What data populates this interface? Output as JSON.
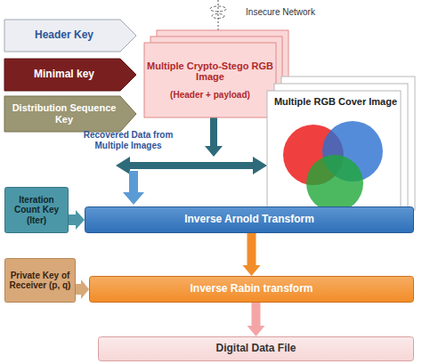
{
  "diagram": {
    "nodes": [
      {
        "text": [
          "Header Key"
        ]
      },
      {
        "text": [
          "Minimal key"
        ]
      },
      {
        "text": [
          "Distribution Sequence Key"
        ]
      },
      {
        "text": [
          "Multiple Crypto-Stego RGB Image",
          "(Header + payload)"
        ]
      },
      {
        "text": [
          "Multiple RGB Cover Image"
        ]
      },
      {
        "text": [
          "Iteration Count Key (Iter)"
        ]
      },
      {
        "text": [
          "Inverse Arnold Transform"
        ]
      },
      {
        "text": [
          "Private Key of Receiver (p, q)"
        ]
      },
      {
        "text": [
          "Inverse Rabin transform"
        ]
      },
      {
        "text": [
          "Digital Data File"
        ]
      }
    ],
    "edges": [
      {
        "from": 5,
        "to": 6,
        "arrow": "to"
      },
      {
        "from": 6,
        "to": 8,
        "arrow": "to"
      },
      {
        "from": 7,
        "to": 8,
        "arrow": "to"
      },
      {
        "from": 8,
        "to": 9,
        "arrow": "to"
      }
    ],
    "labels": [
      "Insecure Network",
      "Recovered Data from Multiple Images"
    ]
  }
}
